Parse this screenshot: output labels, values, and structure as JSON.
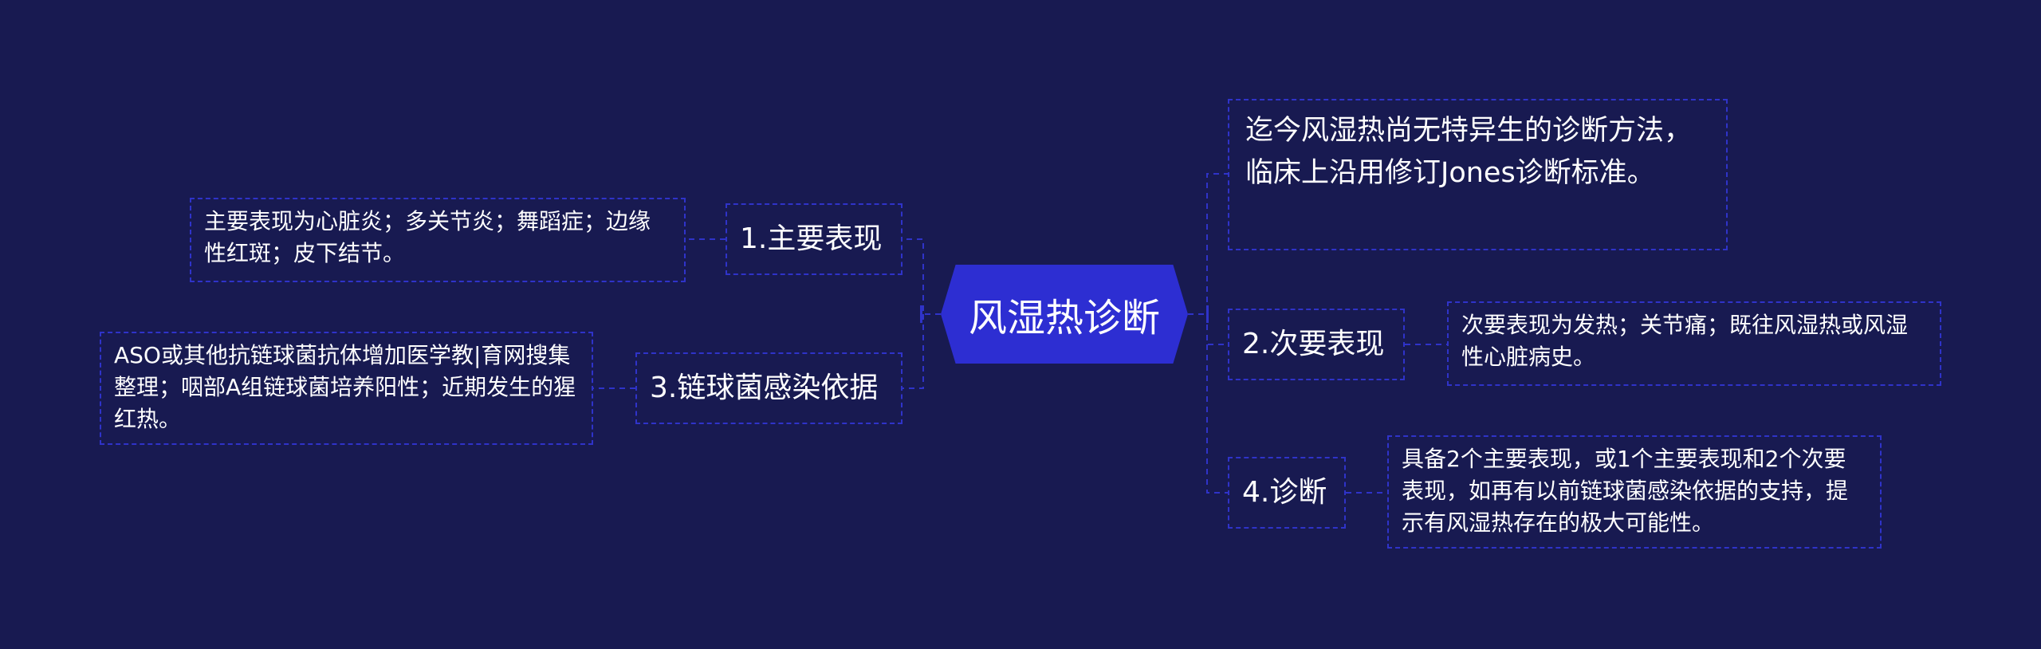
{
  "colors": {
    "background": "#181a51",
    "root_fill": "#2d2ed2",
    "border": "#2f33c9",
    "text": "#ffffff"
  },
  "root": {
    "label": "风湿热诊断"
  },
  "left": [
    {
      "label": "1.主要表现",
      "detail": "主要表现为心脏炎；多关节炎；舞蹈症；边缘性红斑；皮下结节。"
    },
    {
      "label": "3.链球菌感染依据",
      "detail": "ASO或其他抗链球菌抗体增加医学教|育网搜集整理；咽部A组链球菌培养阳性；近期发生的猩红热。"
    }
  ],
  "right": [
    {
      "text": "迄今风湿热尚无特异生的诊断方法，临床上沿用修订Jones诊断标准。"
    },
    {
      "label": "2.次要表现",
      "detail": "次要表现为发热；关节痛；既往风湿热或风湿性心脏病史。"
    },
    {
      "label": "4.诊断",
      "detail": "具备2个主要表现，或1个主要表现和2个次要表现，如再有以前链球菌感染依据的支持，提示有风湿热存在的极大可能性。"
    }
  ]
}
